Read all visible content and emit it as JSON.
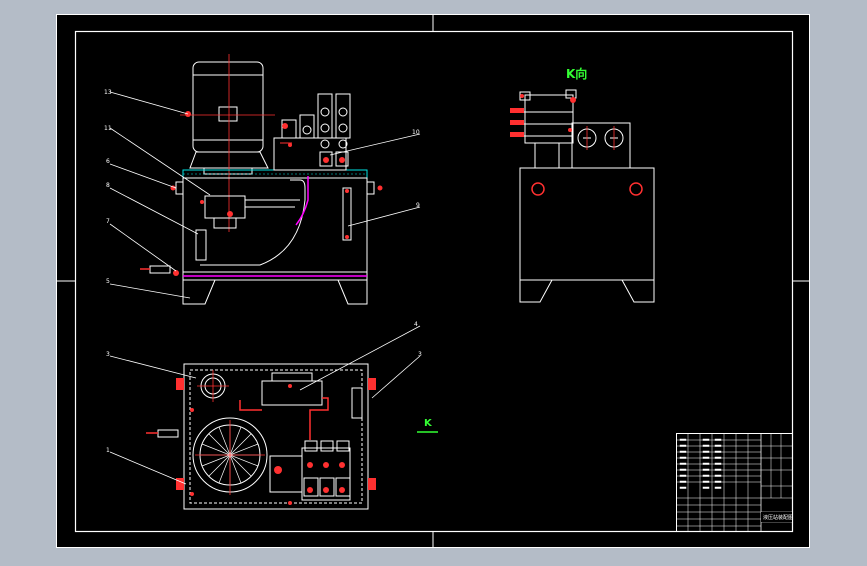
{
  "colors": {
    "backdrop": "#b4bcc7",
    "sheet": "#000000",
    "line": "#ffffff",
    "accent": "#ff3030",
    "pipe": "#ff00ff",
    "label_green": "#33ff33",
    "cyan": "#00e5e5"
  },
  "drawing": {
    "view_k_title": "K向",
    "view_k_marker": "K",
    "balloons": {
      "b13": "13",
      "b11": "11",
      "b6": "6",
      "b8": "8",
      "b7": "7",
      "b5": "5",
      "b10": "10",
      "b9": "9",
      "b3": "3",
      "b4": "4",
      "b2": "3",
      "b1": "1"
    },
    "title_block": {
      "name": "液压站装配图"
    }
  }
}
